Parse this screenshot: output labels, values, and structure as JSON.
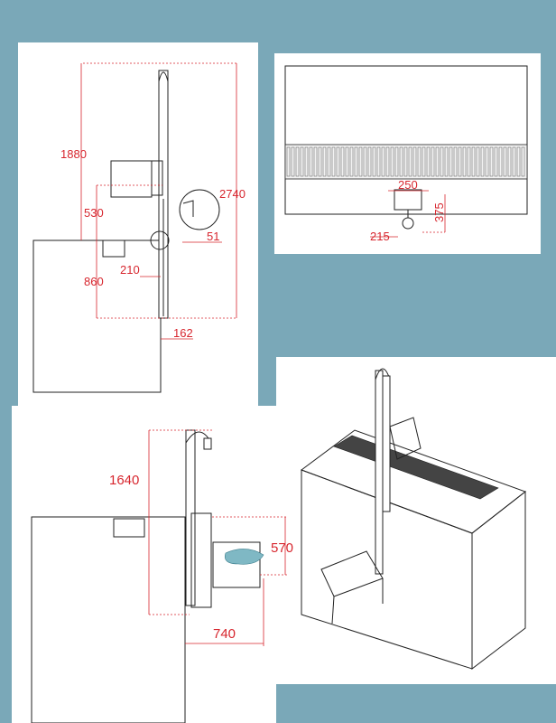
{
  "colors": {
    "background": "#7aa8b8",
    "panel": "#ffffff",
    "dimension": "#d7262e",
    "line": "#222222",
    "water": "#7fb8c4"
  },
  "side_view": {
    "d1": "1880",
    "d2": "2740",
    "d3": "530",
    "d4": "51",
    "d5": "210",
    "d6": "860",
    "d7": "162"
  },
  "top_view": {
    "d1": "250",
    "d2": "375",
    "d3": "215"
  },
  "lift_view": {
    "d1": "1640",
    "d2": "570",
    "d3": "740"
  }
}
